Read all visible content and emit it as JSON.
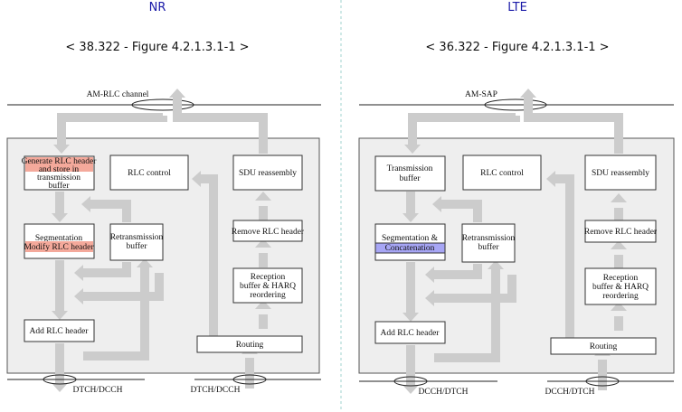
{
  "nr": {
    "title": "NR",
    "figure_ref": "< 38.322 - Figure 4.2.1.3.1-1 >",
    "channel_top": "AM-RLC channel",
    "channel_bottom_left": "DTCH/DCCH",
    "channel_bottom_right": "DTCH/DCCH",
    "generate_rlc_header": [
      "Generate RLC header",
      "and store in",
      "transmission",
      "buffer"
    ],
    "rlc_control": "RLC control",
    "sdu_reassembly": "SDU reassembly",
    "segmentation": "Segmentation",
    "modify_rlc_header": "Modify RLC header",
    "retransmission_buffer": [
      "Retransmission",
      "buffer"
    ],
    "remove_rlc_header": "Remove RLC header",
    "reception_buffer": [
      "Reception",
      "buffer & HARQ",
      "reordering"
    ],
    "add_rlc_header": "Add RLC header",
    "routing": "Routing"
  },
  "lte": {
    "title": "LTE",
    "figure_ref": "< 36.322 - Figure 4.2.1.3.1-1 >",
    "channel_top": "AM-SAP",
    "channel_bottom_left": "DCCH/DTCH",
    "channel_bottom_right": "DCCH/DTCH",
    "transmission_buffer": [
      "Transmission",
      "buffer"
    ],
    "rlc_control": "RLC control",
    "sdu_reassembly": "SDU reassembly",
    "segmentation": "Segmentation &",
    "concatenation": "Concatenation",
    "retransmission_buffer": [
      "Retransmission",
      "buffer"
    ],
    "remove_rlc_header": "Remove RLC header",
    "reception_buffer": [
      "Reception",
      "buffer & HARQ",
      "reordering"
    ],
    "add_rlc_header": "Add RLC header",
    "routing": "Routing"
  },
  "colors": {
    "nr_highlight": "#f4a99b",
    "lte_highlight": "#a7a6f5",
    "title_blue": "#1a1aa8",
    "arrow_gray": "#cccccc"
  }
}
